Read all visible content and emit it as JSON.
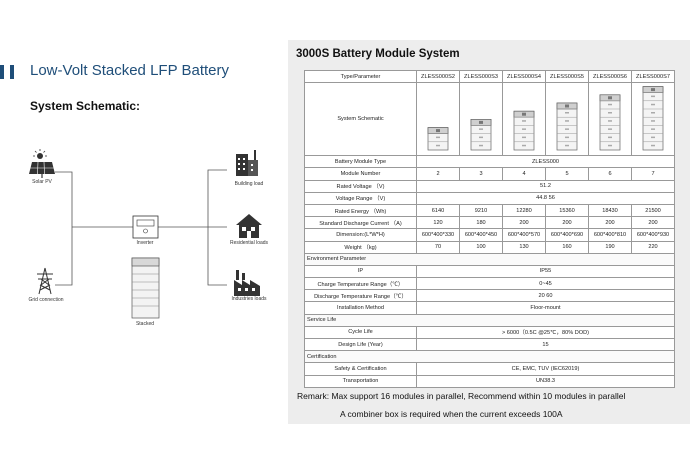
{
  "slide": {
    "title": "Low-Volt Stacked LFP Battery",
    "schematic_heading": "System Schematic:"
  },
  "schematic": {
    "solar_label": "Solar PV",
    "grid_label": "Grid connection",
    "inverter_label": "Inverter",
    "stacked_label": "Stacked",
    "building_label": "Building load",
    "residential_label": "Residential loads",
    "industrial_label": "Industries loads",
    "icons": [
      "solar-panel-icon",
      "power-tower-icon",
      "inverter-icon",
      "battery-stack-icon",
      "building-icon",
      "house-icon",
      "factory-icon"
    ]
  },
  "panel": {
    "title": "3000S Battery Module System",
    "header_label": "Type/Parameter",
    "models": [
      "ZLESS000S2",
      "ZLESS000S3",
      "ZLESS000S4",
      "ZLESS000S5",
      "ZLESS000S6",
      "ZLESS000S7"
    ],
    "schematic_row_label": "System Schematic",
    "module_counts": [
      2,
      3,
      4,
      5,
      6,
      7
    ],
    "rows": {
      "module_type": {
        "label": "Battery Module Type",
        "value": "ZLESS000"
      },
      "module_number": {
        "label": "Module Number",
        "values": [
          "2",
          "3",
          "4",
          "5",
          "6",
          "7"
        ]
      },
      "rated_voltage": {
        "label": "Rated Voltage （V)",
        "value": "51.2"
      },
      "voltage_range": {
        "label": "Voltage Range （V)",
        "value": "44.8 56"
      },
      "rated_energy": {
        "label": "Rated Energy （Wh)",
        "values": [
          "6140",
          "9210",
          "12280",
          "15360",
          "18430",
          "21500"
        ]
      },
      "discharge_current": {
        "label": "Standard Discharge Current （A)",
        "values": [
          "120",
          "180",
          "200",
          "200",
          "200",
          "200"
        ]
      },
      "dimension": {
        "label": "Dimension:(L*W*H)",
        "values": [
          "600*400*330",
          "600*400*450",
          "600*400*570",
          "600*400*690",
          "600*400*810",
          "600*400*930"
        ]
      },
      "weight": {
        "label": "Weight （kg)",
        "values": [
          "70",
          "100",
          "130",
          "160",
          "190",
          "220"
        ]
      }
    },
    "env_section": "Environment Parameter",
    "env_rows": [
      {
        "label": "IP",
        "value": "IP55"
      },
      {
        "label": "Charge Temperature Range（℃）",
        "value": "0~45"
      },
      {
        "label": "Discharge Temperature Range（℃）",
        "value": "20 60"
      },
      {
        "label": "Installation Method",
        "value": "Floor-mount"
      }
    ],
    "life_section": "Service Life",
    "life_rows": [
      {
        "label": "Cycle Life",
        "value": "> 6000（0.5C @25℃，80% DOD)"
      },
      {
        "label": "Design Life (Year)",
        "value": "15"
      }
    ],
    "cert_section": "Certification",
    "cert_rows": [
      {
        "label": "Safety & Certification",
        "value": "CE, EMC, TUV (IEC62019)"
      },
      {
        "label": "Transportation",
        "value": "UN38.3"
      }
    ],
    "remark_1": "Remark: Max support 16 modules in parallel, Recommend within 10 modules in parallel",
    "remark_2": "A combiner box is required when the current exceeds 100A"
  }
}
